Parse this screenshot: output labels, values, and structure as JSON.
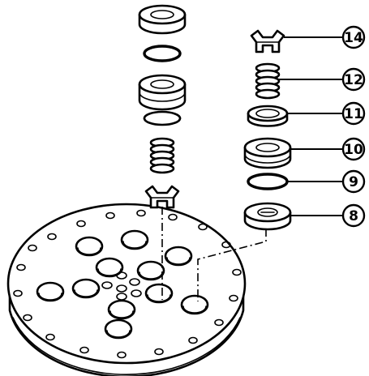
{
  "callouts": [
    {
      "label": "14"
    },
    {
      "label": "12"
    },
    {
      "label": "11"
    },
    {
      "label": "10"
    },
    {
      "label": "9"
    },
    {
      "label": "8"
    }
  ]
}
